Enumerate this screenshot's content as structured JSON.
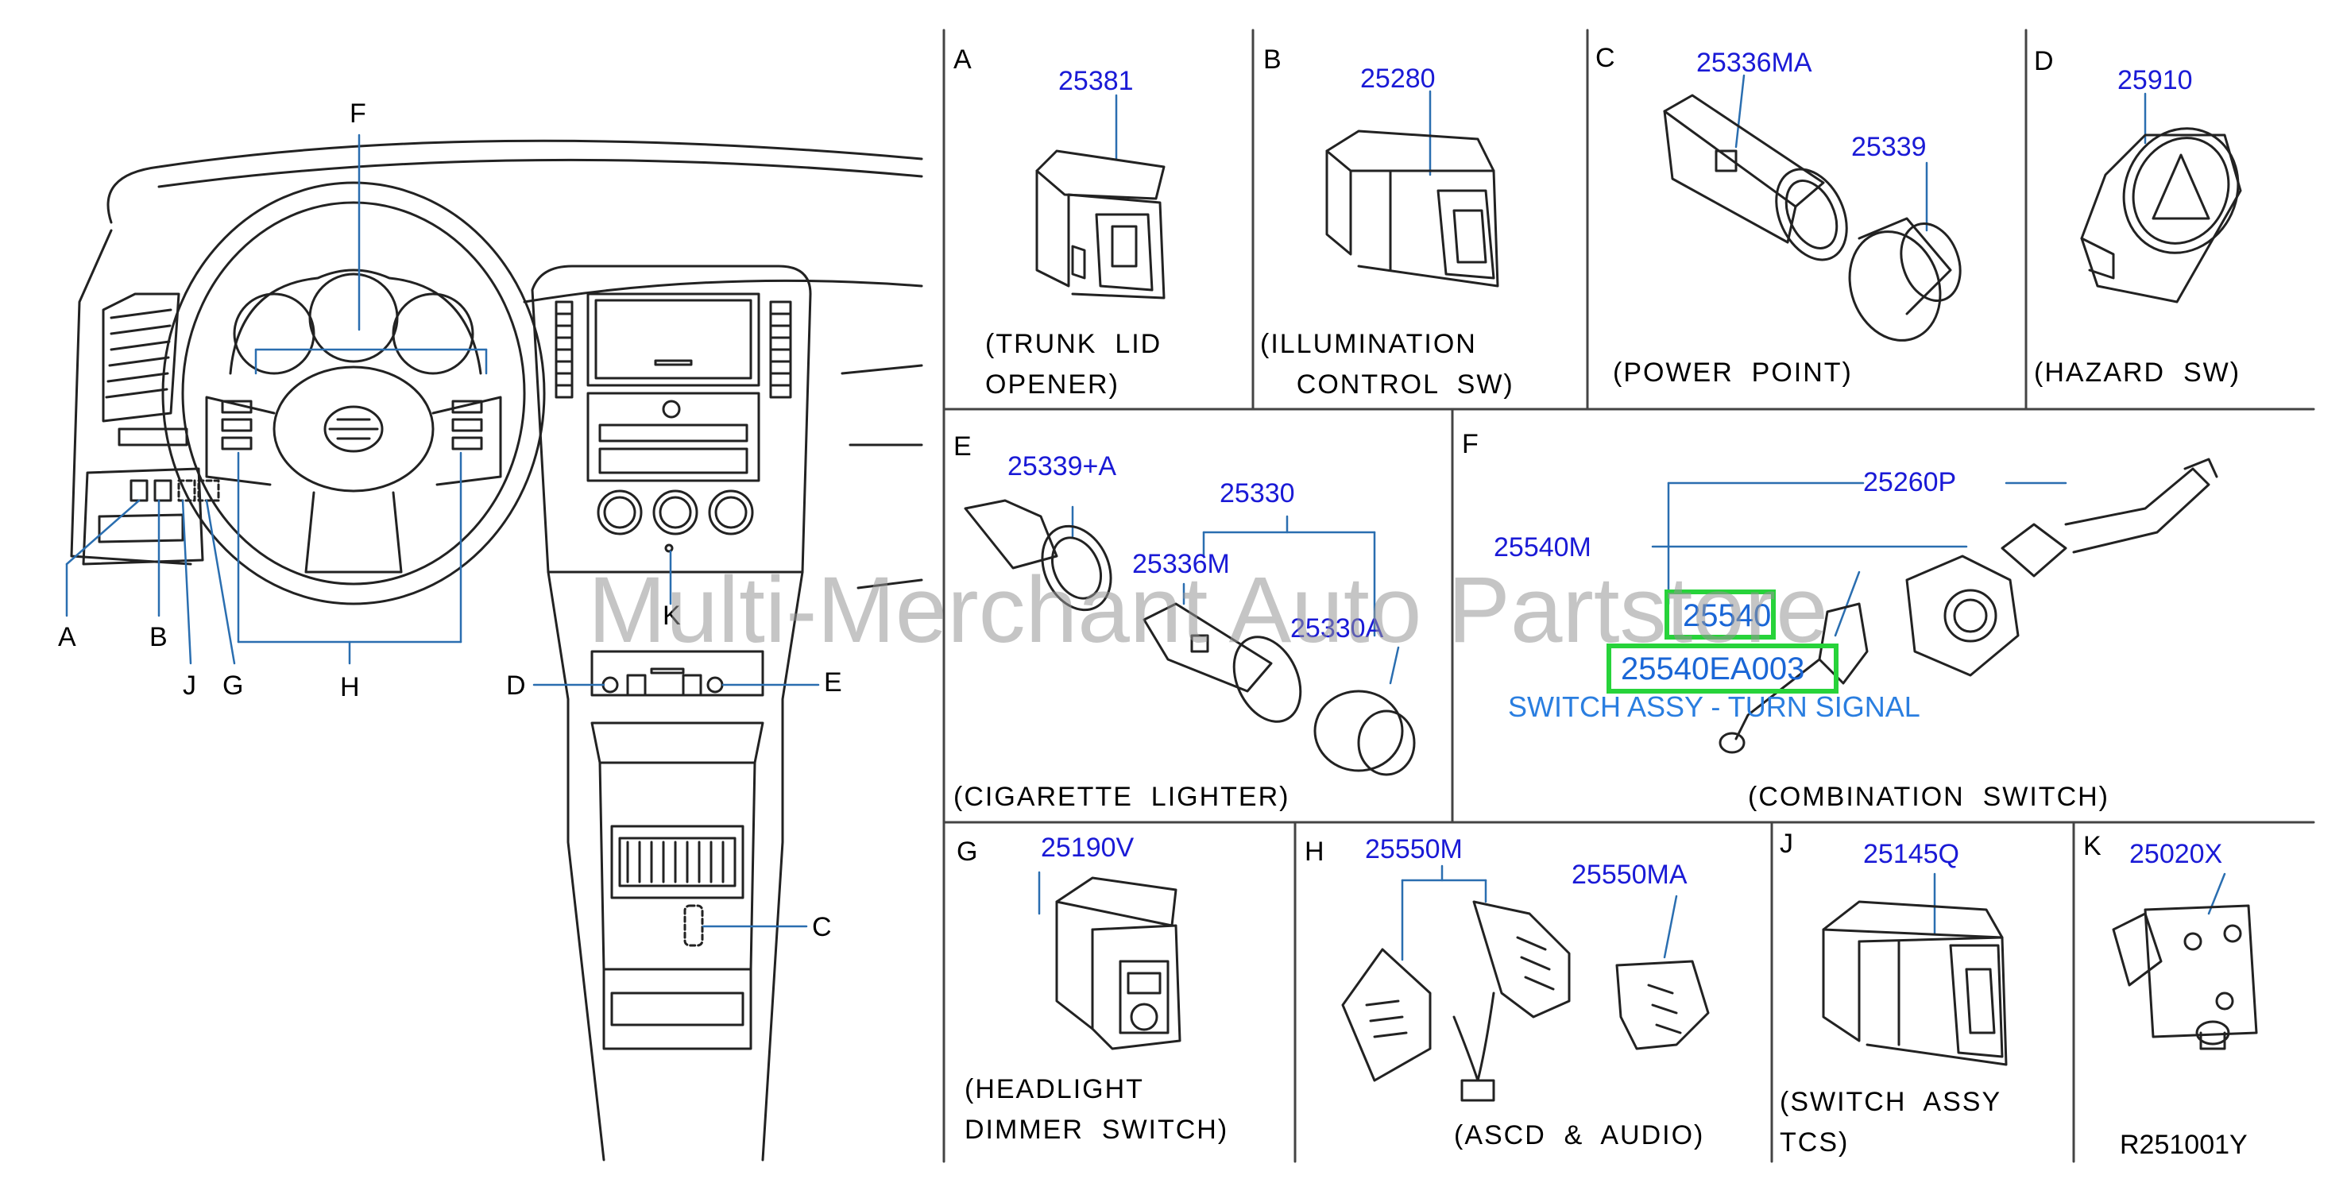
{
  "overview": {
    "callouts": {
      "A": "A",
      "B": "B",
      "C": "C",
      "D": "D",
      "E": "E",
      "F": "F",
      "G": "G",
      "H": "H",
      "J": "J",
      "K": "K"
    }
  },
  "panels": {
    "A": {
      "letter": "A",
      "parts": [
        "25381"
      ],
      "caption": "(TRUNK  LID\nOPENER)"
    },
    "B": {
      "letter": "B",
      "parts": [
        "25280"
      ],
      "caption": "(ILLUMINATION\n    CONTROL  SW)"
    },
    "C": {
      "letter": "C",
      "parts": [
        "25336MA",
        "25339"
      ],
      "caption": "(POWER  POINT)"
    },
    "D": {
      "letter": "D",
      "parts": [
        "25910"
      ],
      "caption": "(HAZARD  SW)"
    },
    "E": {
      "letter": "E",
      "parts": [
        "25339+A",
        "25330",
        "25336M",
        "25330A"
      ],
      "caption": "(CIGARETTE  LIGHTER)"
    },
    "F": {
      "letter": "F",
      "parts": [
        "25260P",
        "25540M",
        "25540",
        "25540EA003"
      ],
      "note": "SWITCH ASSY - TURN SIGNAL",
      "caption": "(COMBINATION  SWITCH)"
    },
    "G": {
      "letter": "G",
      "parts": [
        "25190V"
      ],
      "caption": "(HEADLIGHT\nDIMMER  SWITCH)"
    },
    "H": {
      "letter": "H",
      "parts": [
        "25550M",
        "25550MA"
      ],
      "caption": "(ASCD  &  AUDIO)"
    },
    "J": {
      "letter": "J",
      "parts": [
        "25145Q"
      ],
      "caption": "(SWITCH  ASSY\nTCS)"
    },
    "K": {
      "letter": "K",
      "parts": [
        "25020X"
      ],
      "caption": "R251001Y"
    }
  },
  "watermark": "Multi-Merchant Auto Partstore",
  "colors": {
    "part_number": "#1a1ad6",
    "highlight": "#27d33a",
    "note": "#2a7ee0"
  }
}
